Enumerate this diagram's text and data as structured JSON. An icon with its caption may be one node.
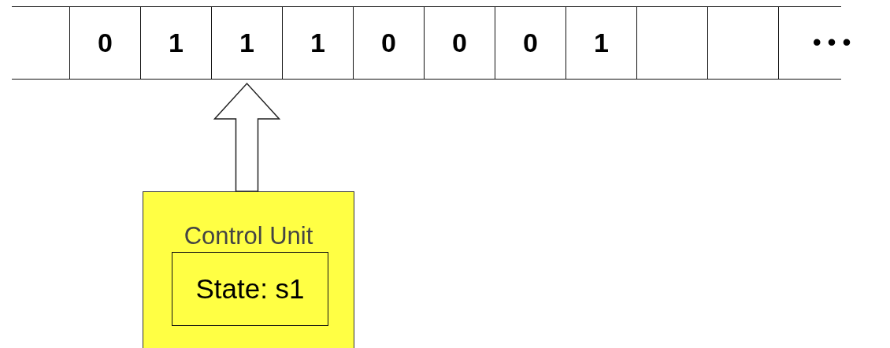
{
  "diagram": {
    "nodes": [
      {
        "text": [],
        "shape": "box"
      },
      {
        "text": [
          "0"
        ]
      },
      {
        "text": [
          "1"
        ]
      },
      {
        "text": [
          "1"
        ]
      },
      {
        "text": [
          "1"
        ]
      },
      {
        "text": [
          "0"
        ]
      },
      {
        "text": [
          "0"
        ]
      },
      {
        "text": [
          "0"
        ]
      },
      {
        "text": [
          "1"
        ]
      },
      {
        "text": [],
        "shape": "box"
      },
      {
        "text": [],
        "shape": "box"
      },
      {
        "text": [],
        "shape": "box"
      },
      {
        "text": [
          "Control Unit"
        ]
      },
      {
        "text": [
          "State: s1"
        ],
        "in": 12
      }
    ],
    "edges": [
      {
        "from": 12,
        "to": 3,
        "arrow": "to"
      }
    ],
    "labels": [
      "• • •"
    ]
  }
}
